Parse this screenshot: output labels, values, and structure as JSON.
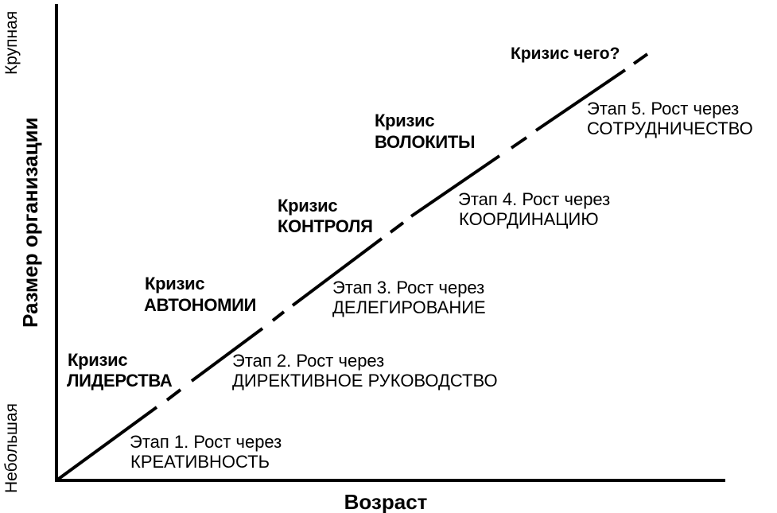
{
  "axes": {
    "y_title": "Размер организации",
    "x_title": "Возраст",
    "y_top_label": "Крупная",
    "y_bottom_label": "Небольшая"
  },
  "crises": [
    {
      "line1": "Кризис",
      "line2": "ЛИДЕРСТВА"
    },
    {
      "line1": "Кризис",
      "line2": "АВТОНОМИИ"
    },
    {
      "line1": "Кризис",
      "line2": "КОНТРОЛЯ"
    },
    {
      "line1": "Кризис",
      "line2": "ВОЛОКИТЫ"
    },
    {
      "line1": "Кризис чего?"
    }
  ],
  "stages": [
    {
      "prefix": "Этап 1",
      "rest": ". Рост через",
      "line2": "КРЕАТИВНОСТЬ"
    },
    {
      "prefix": "Этап 2",
      "rest": ". Рост через",
      "line2": "ДИРЕКТИВНОЕ РУКОВОДСТВО"
    },
    {
      "prefix": "Этап 3",
      "rest": ". Рост через",
      "line2": "ДЕЛЕГИРОВАНИЕ"
    },
    {
      "prefix": "Этап 4",
      "rest": ". Рост через",
      "line2": "КООРДИНАЦИЮ"
    },
    {
      "prefix": "Этап 5",
      "rest": ". Рост через",
      "line2": "СОТРУДНИЧЕСТВО"
    }
  ]
}
